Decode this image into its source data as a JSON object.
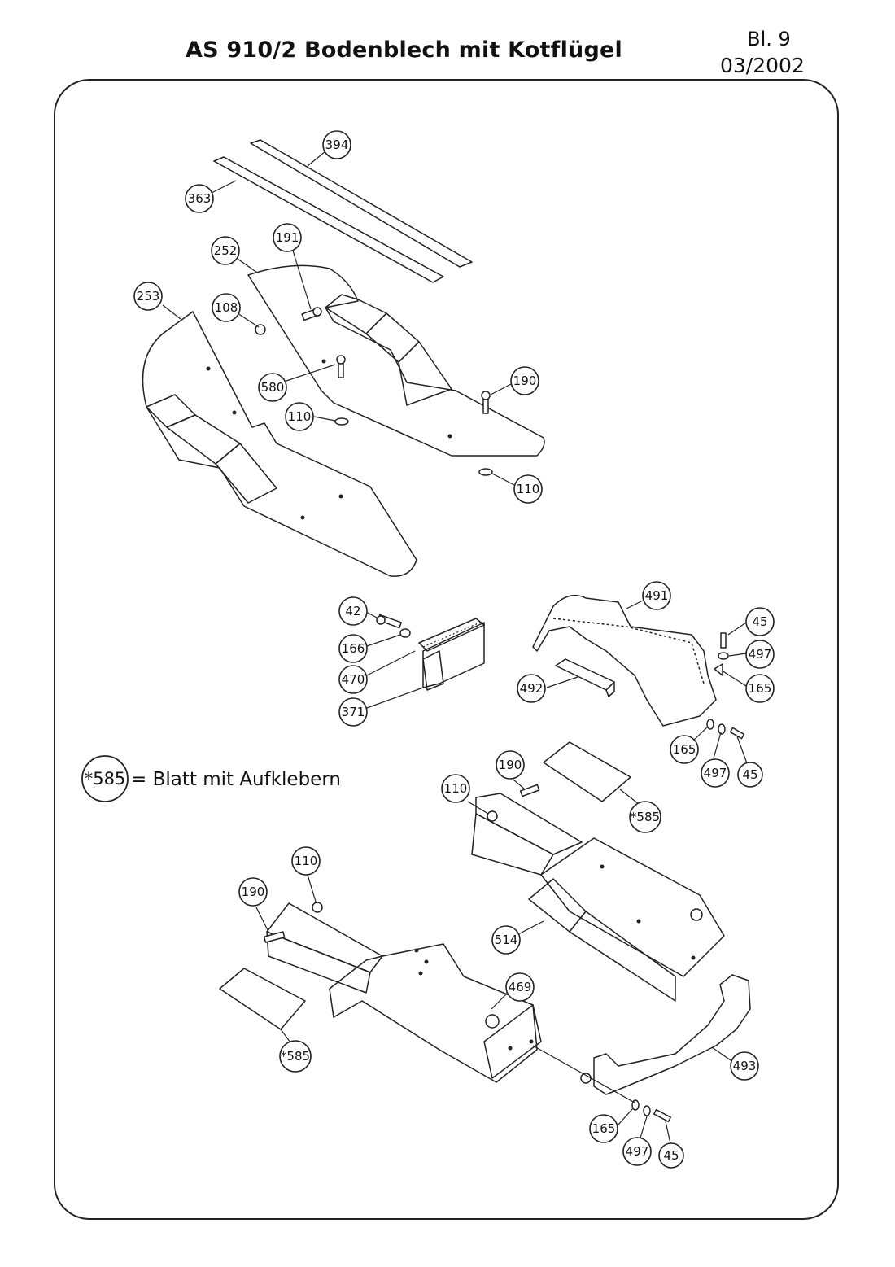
{
  "header": {
    "title": "AS 910/2 Bodenblech mit Kotflügel",
    "sheet": "Bl. 9",
    "date": "03/2002"
  },
  "legend": {
    "symbol": "*585",
    "text": "= Blatt mit Aufklebern"
  },
  "callouts": [
    {
      "label": "394"
    },
    {
      "label": "363"
    },
    {
      "label": "252"
    },
    {
      "label": "191"
    },
    {
      "label": "253"
    },
    {
      "label": "108"
    },
    {
      "label": "580"
    },
    {
      "label": "190"
    },
    {
      "label": "110"
    },
    {
      "label": "110"
    },
    {
      "label": "42"
    },
    {
      "label": "166"
    },
    {
      "label": "470"
    },
    {
      "label": "371"
    },
    {
      "label": "491"
    },
    {
      "label": "45"
    },
    {
      "label": "497"
    },
    {
      "label": "165"
    },
    {
      "label": "492"
    },
    {
      "label": "165"
    },
    {
      "label": "497"
    },
    {
      "label": "45"
    },
    {
      "label": "190"
    },
    {
      "label": "110"
    },
    {
      "label": "*585"
    },
    {
      "label": "110"
    },
    {
      "label": "190"
    },
    {
      "label": "514"
    },
    {
      "label": "469"
    },
    {
      "label": "*585"
    },
    {
      "label": "493"
    },
    {
      "label": "165"
    },
    {
      "label": "497"
    },
    {
      "label": "45"
    }
  ]
}
